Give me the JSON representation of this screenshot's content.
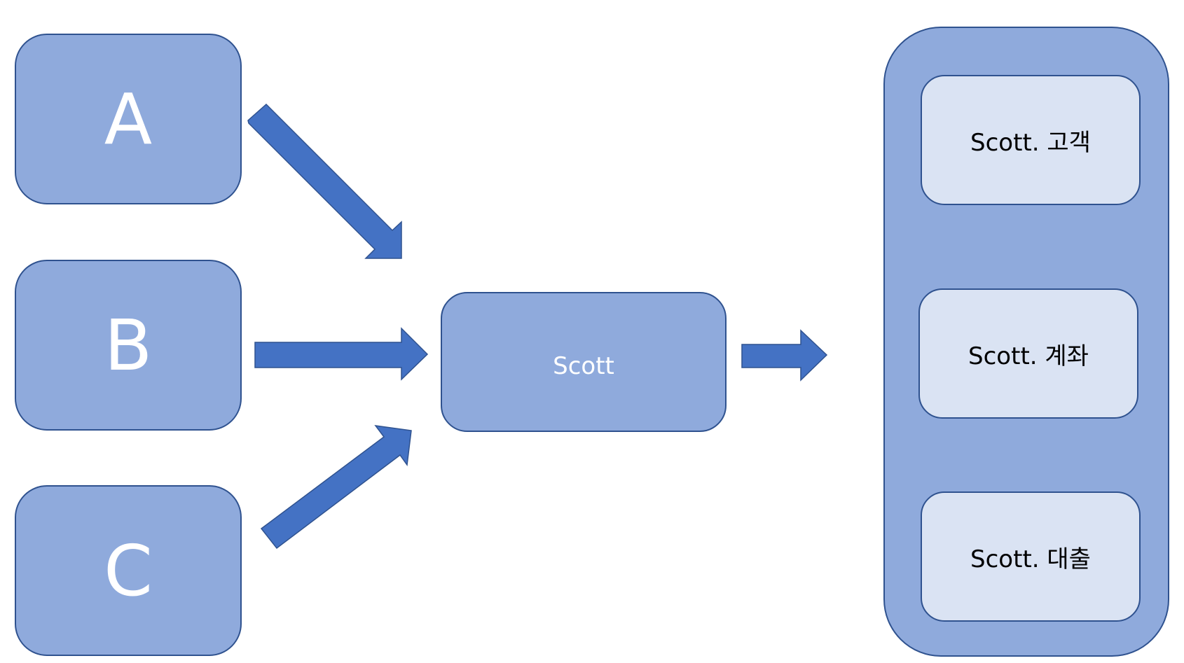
{
  "sources": [
    {
      "label": "A"
    },
    {
      "label": "B"
    },
    {
      "label": "C"
    }
  ],
  "hub": {
    "label": "Scott"
  },
  "targets": [
    {
      "label": "Scott. 고객"
    },
    {
      "label": "Scott. 계좌"
    },
    {
      "label": "Scott. 대출"
    }
  ],
  "colors": {
    "box_fill": "#8faadc",
    "box_border": "#2f528f",
    "arrow_fill": "#4472c4",
    "inner_fill": "#dae3f3",
    "source_text": "#ffffff",
    "inner_text": "#000000"
  }
}
